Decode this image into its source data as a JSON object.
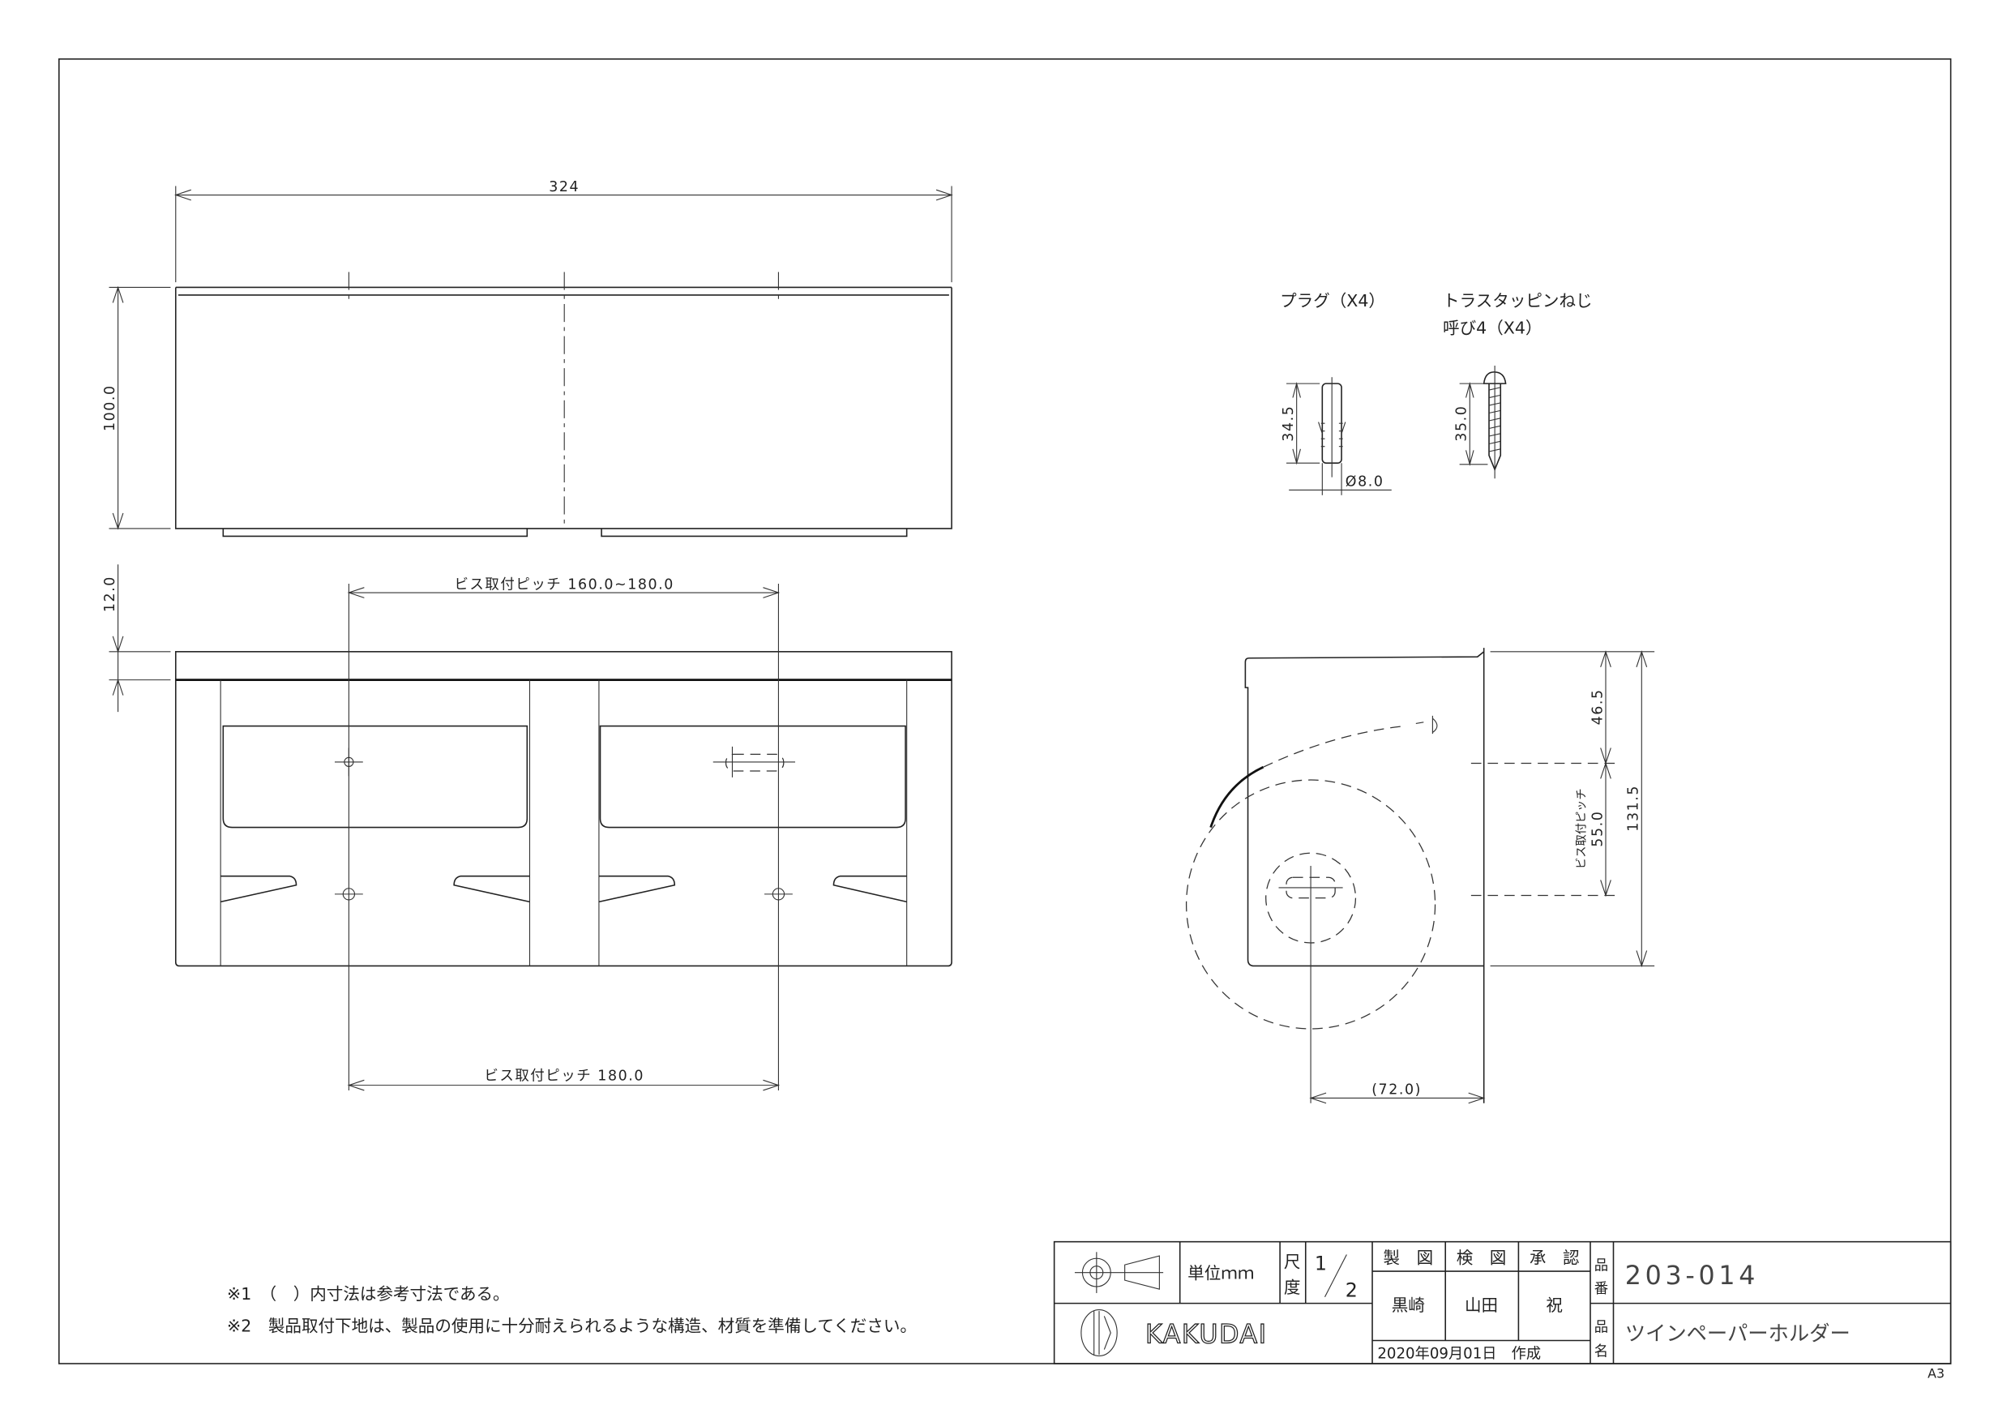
{
  "sheet": {
    "size_label": "A3"
  },
  "top_view": {
    "width_dim": "324",
    "height_dim": "100.0"
  },
  "front_view": {
    "lid_dim": "12.0",
    "pitch_top_dim": "ビス取付ピッチ 160.0~180.0",
    "pitch_bottom_dim": "ビス取付ピッチ 180.0"
  },
  "side_view": {
    "dim_top": "46.5",
    "dim_pitch_label": "ビス取付ピッチ",
    "dim_pitch": "55.0",
    "dim_total": "131.5",
    "dim_depth": "(72.0)"
  },
  "accessories": {
    "plug_label": "プラグ（X4）",
    "plug_length": "34.5",
    "plug_diameter": "Ø8.0",
    "screw_label_1": "トラスタッピンねじ",
    "screw_label_2": "呼び4（X4）",
    "screw_length": "35.0"
  },
  "notes": [
    "※1　（　）内寸法は参考寸法である。",
    "※2　製品取付下地は、製品の使用に十分耐えられるような構造、材質を準備してください。"
  ],
  "title_block": {
    "unit": "単位ｍｍ",
    "scale_label_1": "尺",
    "scale_label_2": "度",
    "scale_num": "1",
    "scale_den": "2",
    "drawn_header": "製　図",
    "checked_header": "検　図",
    "approved_header": "承　認",
    "drawn_by": "黒崎",
    "checked_by": "山田",
    "approved_by": "祝",
    "date": "2020年09月01日　作成",
    "part_no_label": "品番",
    "part_no": "203-014",
    "part_name_label": "品名",
    "part_name": "ツインペーパーホルダー",
    "company": "KAKUDAI"
  }
}
